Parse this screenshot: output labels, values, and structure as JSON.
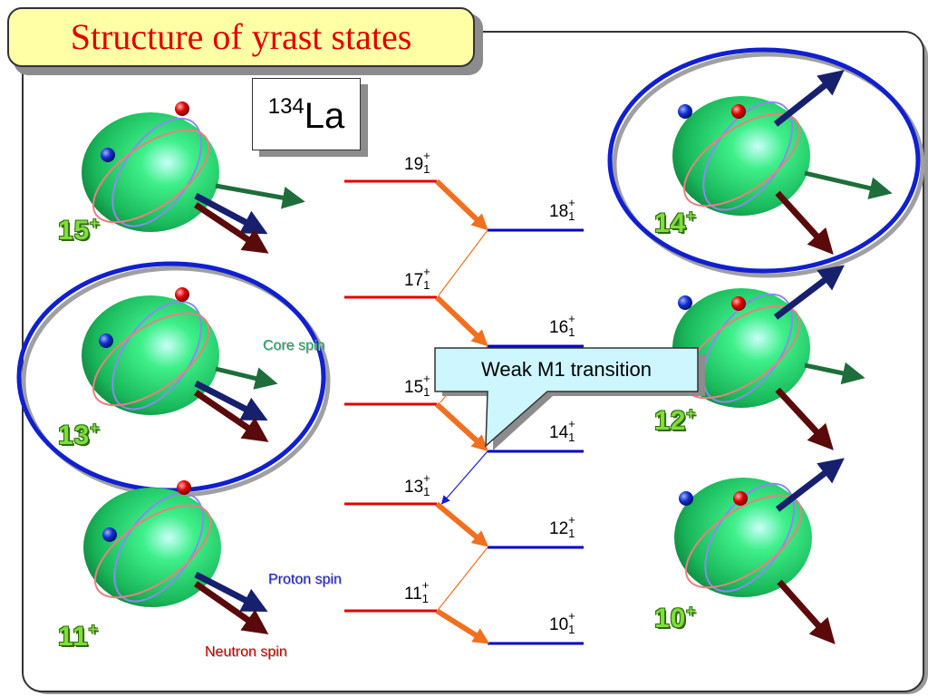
{
  "title": "Structure of yrast states",
  "isotope": {
    "mass_number": "134",
    "symbol": "La"
  },
  "annotations": {
    "core_spin": "Core spin",
    "proton_spin": "Proton spin",
    "neutron_spin": "Neutron spin",
    "callout": "Weak M1 transition"
  },
  "nucleus_labels": [
    {
      "spin": "15",
      "parity": "+"
    },
    {
      "spin": "13",
      "parity": "+"
    },
    {
      "spin": "11",
      "parity": "+"
    },
    {
      "spin": "14",
      "parity": "+"
    },
    {
      "spin": "12",
      "parity": "+"
    },
    {
      "spin": "10",
      "parity": "+"
    }
  ],
  "levels_left": [
    {
      "spin": "19",
      "parity": "+",
      "index": "1"
    },
    {
      "spin": "17",
      "parity": "+",
      "index": "1"
    },
    {
      "spin": "15",
      "parity": "+",
      "index": "1"
    },
    {
      "spin": "13",
      "parity": "+",
      "index": "1"
    },
    {
      "spin": "11",
      "parity": "+",
      "index": "1"
    }
  ],
  "levels_right": [
    {
      "spin": "18",
      "parity": "+",
      "index": "1"
    },
    {
      "spin": "16",
      "parity": "+",
      "index": "1"
    },
    {
      "spin": "14",
      "parity": "+",
      "index": "1"
    },
    {
      "spin": "12",
      "parity": "+",
      "index": "1"
    },
    {
      "spin": "10",
      "parity": "+",
      "index": "1"
    }
  ],
  "colors": {
    "title_text": "#e00000",
    "title_bg": "#ffffa6",
    "odd_level": "#e00000",
    "even_level": "#0000c8",
    "strong_transition": "#f07020",
    "weak_transition": "#1a1ad0",
    "nucleus": "#22cc66",
    "proton": "#d00000",
    "neutron": "#0a28c8",
    "core_spin_arrow": "#1d6e3a",
    "proton_spin_arrow": "#16206e",
    "neutron_spin_arrow": "#5a0a0a",
    "highlight_ellipse": "#1020d0",
    "label_green": "#7ede3a",
    "callout_bg": "#cdf6ff"
  }
}
